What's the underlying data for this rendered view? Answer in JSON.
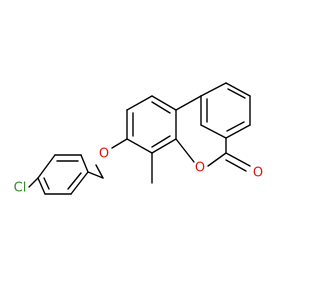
{
  "structure": {
    "atom_labels": {
      "chlorine": "Cl",
      "ether_oxygen": "O",
      "ring_oxygen": "O",
      "carbonyl_oxygen": "O"
    },
    "colors": {
      "background": "#ffffff",
      "bond": "#000000",
      "chlorine": "#2e8b23",
      "oxygen": "#e0120c"
    }
  }
}
